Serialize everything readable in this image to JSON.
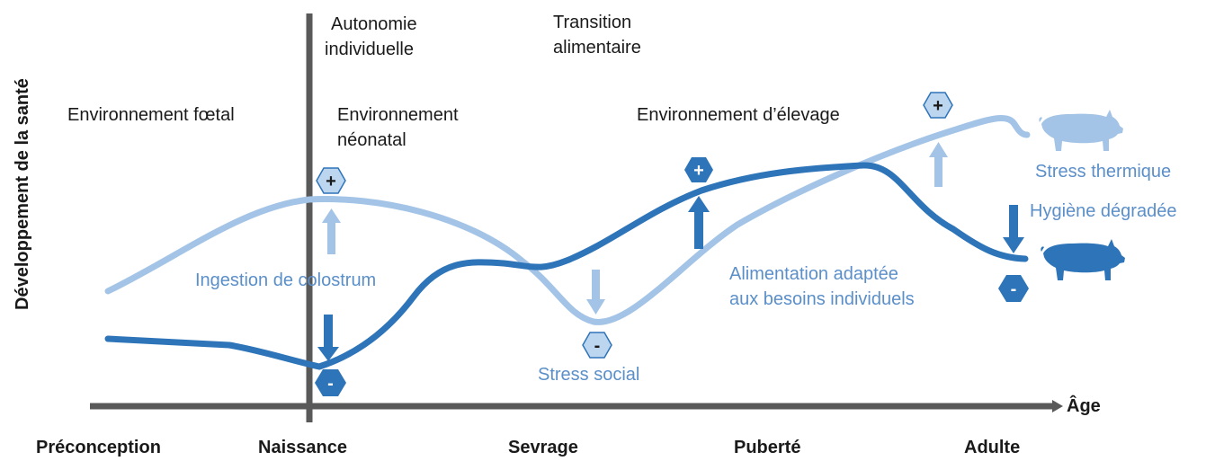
{
  "axes": {
    "y_label": "Développement de la santé",
    "x_label": "Âge"
  },
  "stages": [
    "Préconception",
    "Naissance",
    "Sevrage",
    "Puberté",
    "Adulte"
  ],
  "context_labels": {
    "fetal_environment": "Environnement fœtal",
    "individual_autonomy": [
      "Autonomie",
      "individuelle"
    ],
    "neonatal_environment": [
      "Environnement",
      "néonatal"
    ],
    "food_transition": [
      "Transition",
      "alimentaire"
    ],
    "rearing_environment": "Environnement d’élevage"
  },
  "factors": {
    "colostrum": "Ingestion de colostrum",
    "social_stress": "Stress social",
    "adapted_feeding": [
      "Alimentation adaptée",
      "aux besoins individuels"
    ],
    "thermal_stress": "Stress thermique",
    "degraded_hygiene": "Hygiène dégradée"
  },
  "badges": {
    "plus": "+",
    "minus": "-"
  },
  "colors": {
    "light_curve": "#a3c4e6",
    "dark_curve": "#2e74b8",
    "axis": "#595959",
    "light_text": "#5b8fc9"
  }
}
